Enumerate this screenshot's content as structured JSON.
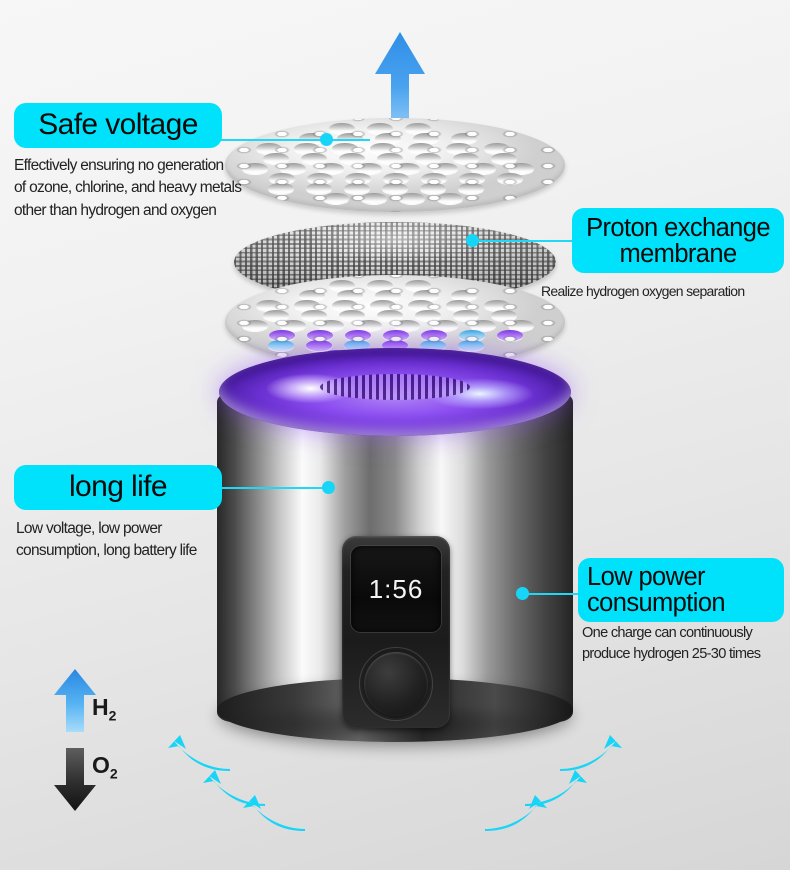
{
  "product": {
    "display_value": "1:56",
    "accent_color": "#00e2fb",
    "glow_color": "#8c4ef0"
  },
  "callouts": [
    {
      "id": "safe-voltage",
      "title": "Safe voltage",
      "description": "Effectively ensuring no generation\nof ozone, chlorine, and heavy metals\nother than hydrogen and oxygen"
    },
    {
      "id": "proton-exchange-membrane",
      "title": "Proton exchange membrane",
      "description": "Realize hydrogen oxygen separation"
    },
    {
      "id": "long-life",
      "title": "long life",
      "description": "Low voltage, low power\nconsumption, long battery life"
    },
    {
      "id": "low-power-consumption",
      "title": "Low power consumption",
      "description": "One charge can continuously\nproduce hydrogen 25-30 times"
    }
  ],
  "legend": [
    {
      "id": "hydrogen",
      "label": "H",
      "subscript": "2",
      "direction": "up",
      "color": "#2f93e8"
    },
    {
      "id": "oxygen",
      "label": "O",
      "subscript": "2",
      "direction": "down",
      "color": "#2b2b2b"
    }
  ],
  "icons": {
    "up_arrow": "hydrogen-output-arrow",
    "down_arrow": "oxygen-output-arrow",
    "swoosh": "airflow-arrow"
  }
}
